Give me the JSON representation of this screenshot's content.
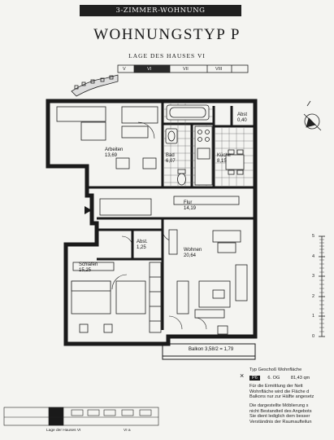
{
  "header": {
    "banner": "3-ZIMMER-WOHNUNG",
    "title": "WOHNUNGSTYP P",
    "lage_label": "LAGE DES HAUSES VI",
    "lage_marks": [
      "V",
      "VI",
      "VII",
      "VIII"
    ]
  },
  "rooms": {
    "arbeiten": {
      "name": "Arbeiten",
      "area": "13,69"
    },
    "abst_top": {
      "name": "Abst",
      "area": "0,40"
    },
    "bad": {
      "name": "Bad",
      "area": "6,07"
    },
    "kueche": {
      "name": "Küche",
      "area": "8,15"
    },
    "flur": {
      "name": "Flur",
      "area": "14,19"
    },
    "abst": {
      "name": "Abst.",
      "area": "1,25"
    },
    "schlafen": {
      "name": "Schlafen",
      "area": "15,25"
    },
    "wohnen": {
      "name": "Wohnen",
      "area": "20,64"
    },
    "balkon": {
      "name": "Balkon",
      "area": "3,58/2 = 1,79"
    }
  },
  "scale": {
    "ticks": [
      "5",
      "4",
      "3",
      "2",
      "1",
      "0"
    ]
  },
  "info": {
    "typ_line": "Typ   Geschoß   Wohnfläche",
    "marker": "×",
    "typ_value": "P6",
    "geschoss_value": "6. OG",
    "flaeche_value": "81,43 qm",
    "note1": "Für die Ermittlung der Nett",
    "note2": "Wohnfläche wird die Fläche d",
    "note3": "Balkons nur zur Hälfte angesetz",
    "note4": "Die dargestellte Möblierung s",
    "note5": "nicht Bestandteil des Angebots",
    "note6": "Sie dient lediglich dem besser",
    "note7": "Verständnis der Raumaufteilun"
  },
  "footer": {
    "lage": "Lage der Hauses VI",
    "mark": "VI a"
  }
}
